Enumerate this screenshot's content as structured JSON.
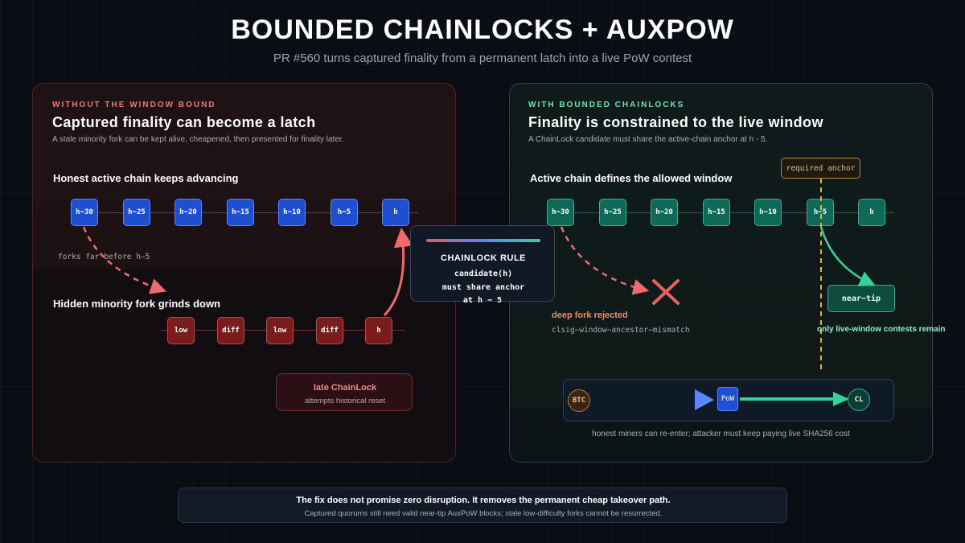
{
  "header": {
    "title": "BOUNDED CHAINLOCKS + AUXPOW",
    "subtitle": "PR #560 turns captured finality from a permanent latch into a live PoW contest"
  },
  "left_panel": {
    "kicker": "WITHOUT THE WINDOW BOUND",
    "heading": "Captured finality can become a latch",
    "description": "A stale minority fork can be kept alive, cheapened, then presented for finality later.",
    "honest_label": "Honest active chain keeps advancing",
    "honest_nodes": [
      "h−30",
      "h−25",
      "h−20",
      "h−15",
      "h−10",
      "h−5",
      "h"
    ],
    "fork_note": "forks far before h−5",
    "minority_label": "Hidden minority fork grinds down",
    "minority_nodes": [
      "low",
      "diff",
      "low",
      "diff",
      "h"
    ],
    "late_title": "late ChainLock",
    "late_subtitle": "attempts historical reset",
    "accent_color": "#e87a7a"
  },
  "rule": {
    "title": "CHAINLOCK RULE",
    "line1": "candidate(h)",
    "line2": "must share anchor",
    "line3": "at h − 5"
  },
  "right_panel": {
    "kicker": "WITH BOUNDED CHAINLOCKS",
    "heading": "Finality is constrained to the live window",
    "description": "A ChainLock candidate must share the active-chain anchor at h - 5.",
    "active_label": "Active chain defines the allowed window",
    "anchor_label": "required anchor",
    "active_nodes": [
      "h−30",
      "h−25",
      "h−20",
      "h−15",
      "h−10",
      "h−5",
      "h"
    ],
    "rejected_label": "deep fork rejected",
    "rejected_code": "clsig−window−ancestor−mismatch",
    "near_tip_label": "near−tip",
    "live_window_note": "only live-window contests remain",
    "btc_label": "BTC",
    "pow_label": "PoW",
    "cl_label": "CL",
    "miners_note": "honest miners can re-enter; attacker must keep paying live SHA256 cost",
    "accent_color": "#6fe3b4"
  },
  "footer": {
    "line1": "The fix does not promise zero disruption. It removes the permanent cheap takeover path.",
    "line2": "Captured quorums still need valid near-tip AuxPoW blocks; stale low-difficulty forks cannot be resurrected."
  }
}
